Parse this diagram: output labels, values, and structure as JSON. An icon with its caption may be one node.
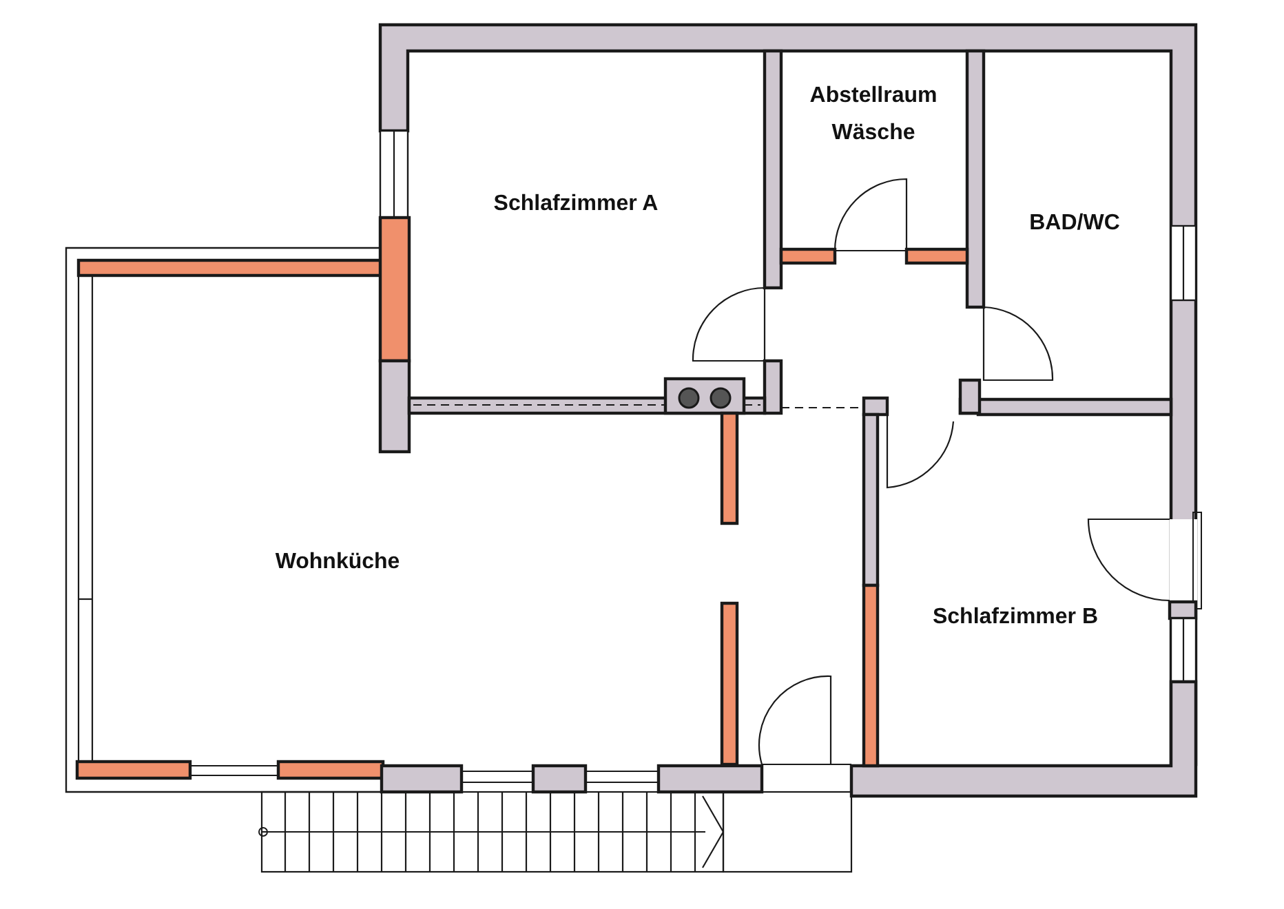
{
  "diagram": {
    "nodes": [
      {
        "text": [
          "Schlafzimmer A"
        ]
      },
      {
        "text": [
          "Abstellraum Wäsche"
        ]
      },
      {
        "text": [
          "BAD/WC"
        ]
      },
      {
        "text": [
          "Wohnküche"
        ]
      },
      {
        "text": [
          "Schlafzimmer B"
        ]
      }
    ]
  }
}
